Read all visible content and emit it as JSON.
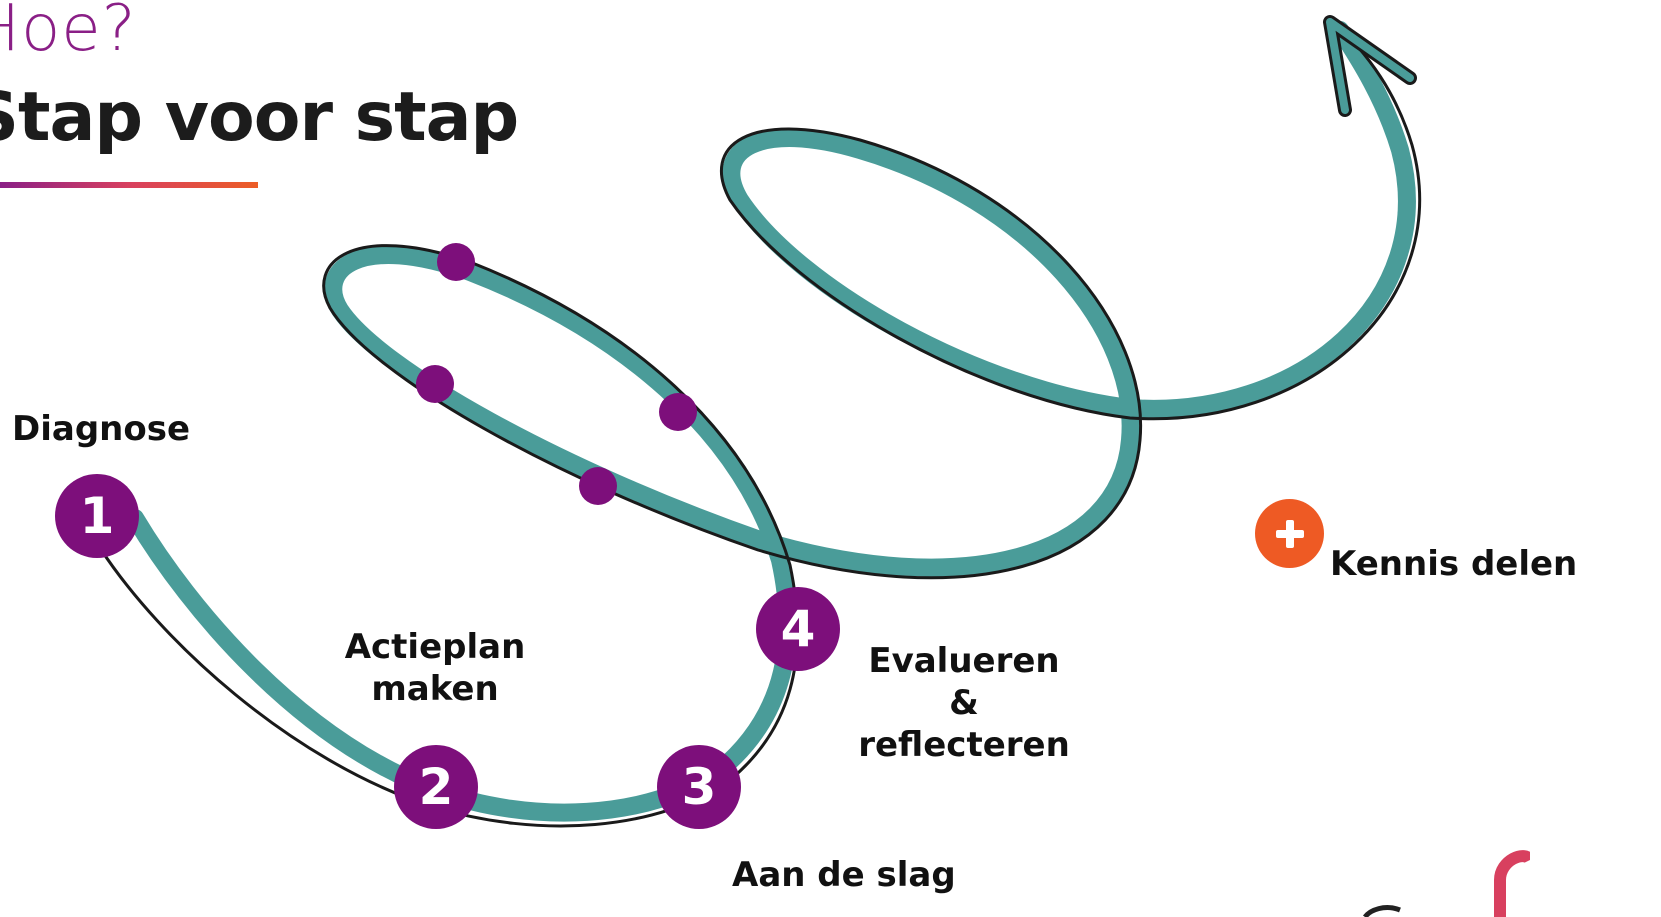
{
  "title": {
    "line1": "Hoe?",
    "line2": "Stap voor stap"
  },
  "steps": [
    {
      "number": "1",
      "label": "Diagnose"
    },
    {
      "number": "2",
      "label": "Actieplan\nmaken"
    },
    {
      "number": "3",
      "label": "Aan de slag"
    },
    {
      "number": "4",
      "label": "Evalueren &\nreflecteren"
    }
  ],
  "extra": {
    "icon": "plus-icon",
    "label": "Kennis delen"
  },
  "colors": {
    "path": "#4a9c99",
    "badge": "#7d0f7b",
    "plus": "#ee5a24",
    "title_light": "#8a1f86",
    "title_bold": "#1c1c1c"
  }
}
